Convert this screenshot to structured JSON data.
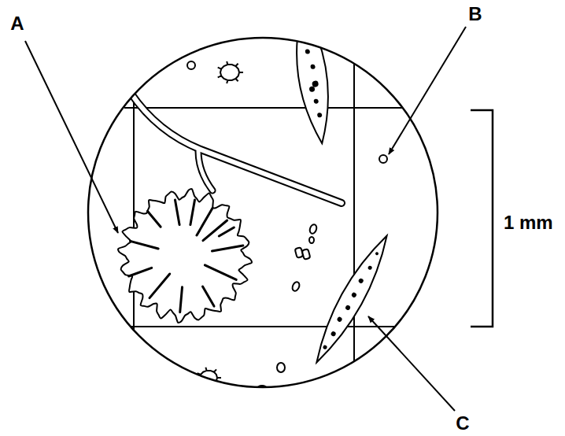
{
  "diagram": {
    "labels": [
      "A",
      "B",
      "C",
      "1 mm"
    ]
  }
}
